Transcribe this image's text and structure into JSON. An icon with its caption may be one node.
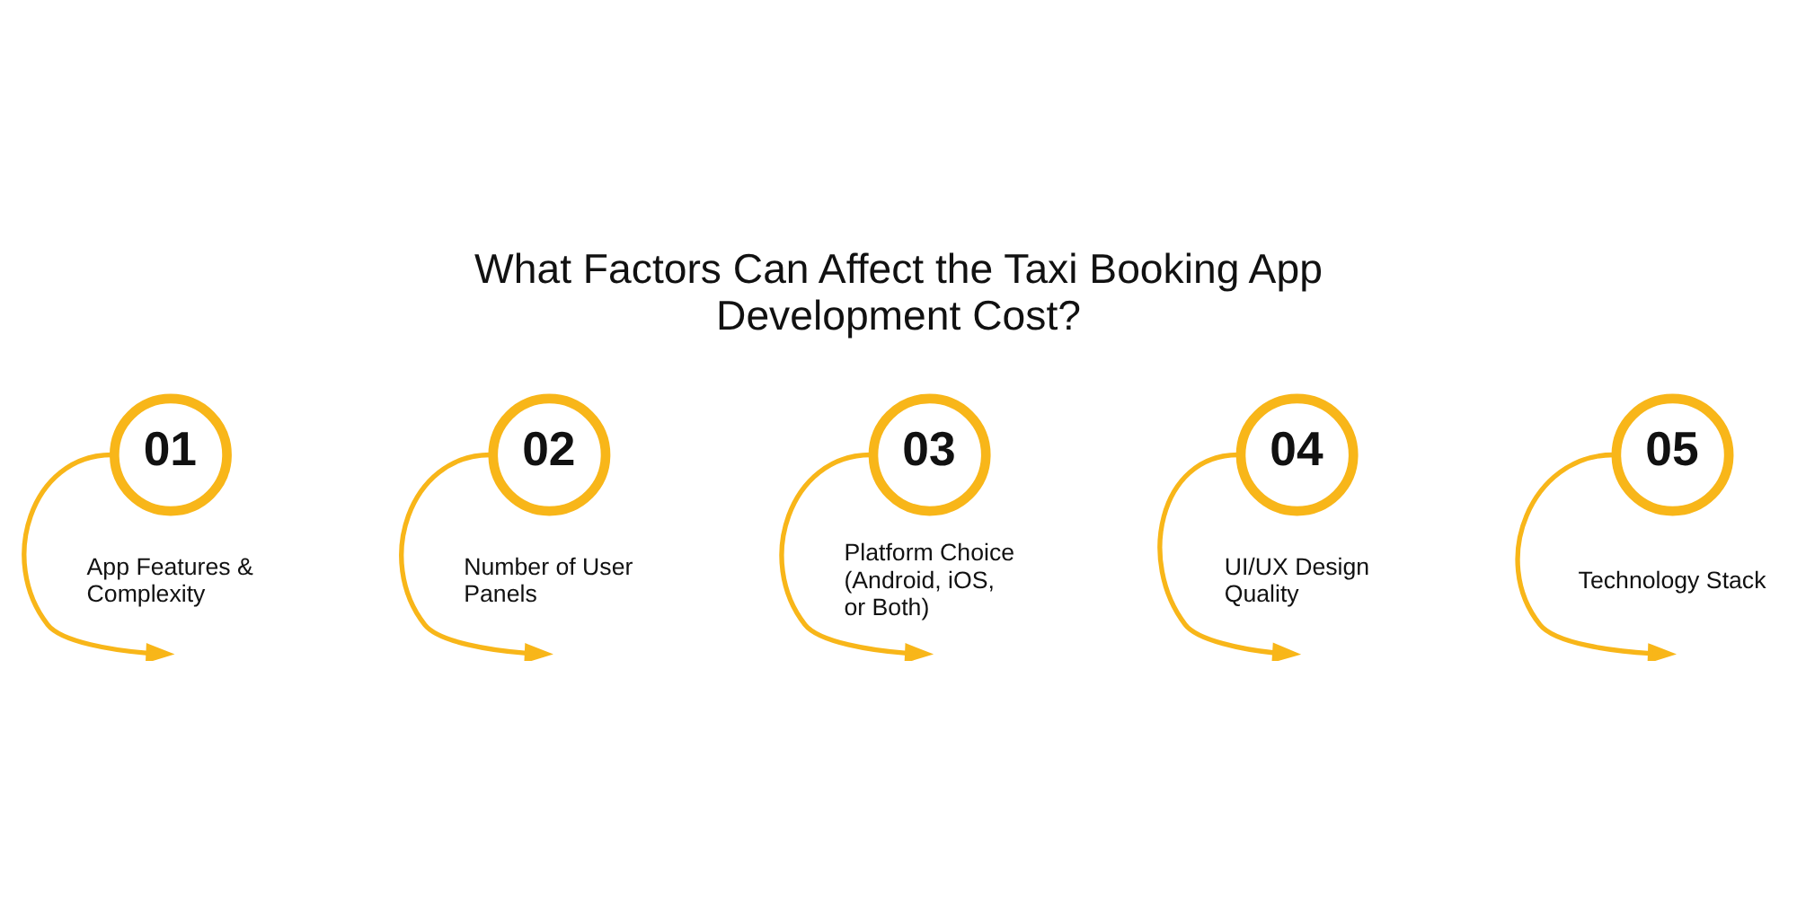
{
  "diagram": {
    "title": "What Factors Can Affect the Taxi Booking App Development Cost?",
    "nodes": [
      {
        "text": [
          "01"
        ],
        "beside": [
          "App Features & Complexity"
        ]
      },
      {
        "text": [
          "02"
        ],
        "beside": [
          "Number of User Panels"
        ]
      },
      {
        "text": [
          "03"
        ],
        "beside": [
          "Platform Choice (Android, iOS, or Both)"
        ]
      },
      {
        "text": [
          "04"
        ],
        "beside": [
          "UI/UX Design Quality"
        ]
      },
      {
        "text": [
          "05"
        ],
        "beside": [
          "Technology Stack"
        ]
      }
    ],
    "edges": [
      {
        "from": 0,
        "to": null,
        "arrow": "to"
      },
      {
        "from": 1,
        "to": null,
        "arrow": "to"
      },
      {
        "from": 2,
        "to": null,
        "arrow": "to"
      },
      {
        "from": 3,
        "to": null,
        "arrow": "to"
      },
      {
        "from": 4,
        "to": null,
        "arrow": "to"
      }
    ]
  }
}
